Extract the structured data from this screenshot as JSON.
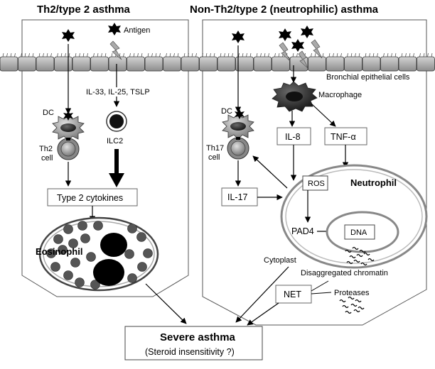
{
  "panels": {
    "left_title": "Th2/type 2 asthma",
    "right_title": "Non-Th2/type 2 (neutrophilic) asthma"
  },
  "labels": {
    "antigen": "Antigen",
    "epithelium": "Bronchial epithelial cells",
    "il33_il25_tslp": "IL-33, IL-25, TSLP",
    "dc_left": "DC",
    "th2_line1": "Th2",
    "th2_line2": "cell",
    "ilc2": "ILC2",
    "type2_cytokines": "Type 2 cytokines",
    "eosinophil": "Eosinophil",
    "macrophage": "Macrophage",
    "dc_right": "DC",
    "th17_line1": "Th17",
    "th17_line2": "cell",
    "il8": "IL-8",
    "tnfa": "TNF-α",
    "il17": "IL-17",
    "ros": "ROS",
    "neutrophil": "Neutrophil",
    "pad4": "PAD4",
    "dna": "DNA",
    "cytoplast": "Cytoplast",
    "disaggregated_chromatin": "Disaggregated chromatin",
    "net": "NET",
    "proteases": "Proteases",
    "severe_asthma": "Severe asthma",
    "steroid_insensitivity": "(Steroid insensitivity ?)"
  }
}
